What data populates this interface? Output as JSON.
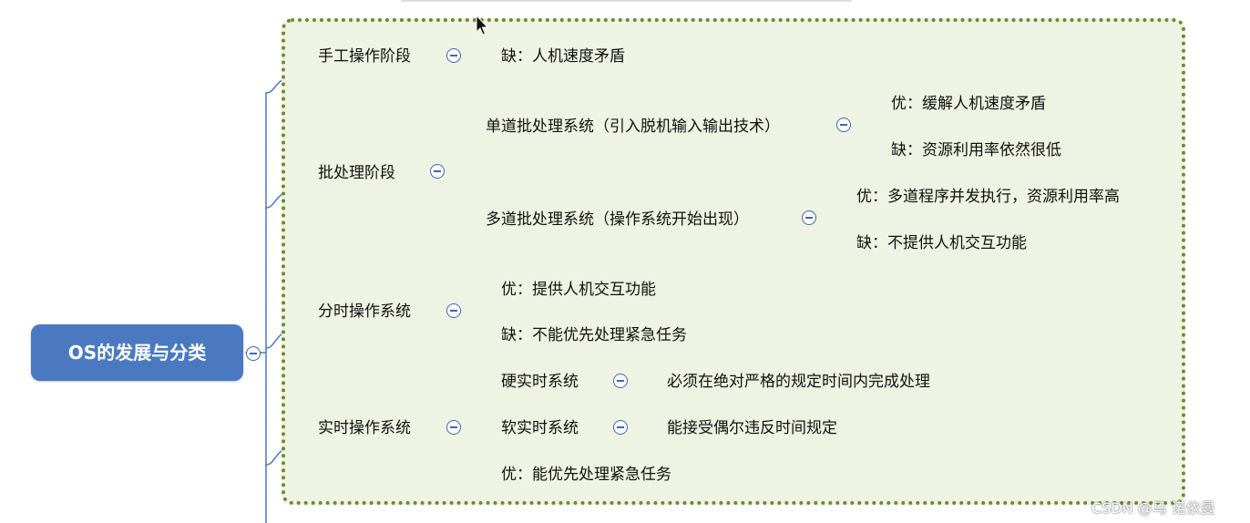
{
  "root": {
    "label": "OS的发展与分类"
  },
  "nodes": {
    "manual": "手工操作阶段",
    "manual_con": "缺：人机速度矛盾",
    "batch": "批处理阶段",
    "single_batch": "单道批处理系统（引入脱机输入输出技术）",
    "single_pro": "优：缓解人机速度矛盾",
    "single_con": "缺：资源利用率依然很低",
    "multi_batch": "多道批处理系统（操作系统开始出现）",
    "multi_pro": "优：多道程序并发执行，资源利用率高",
    "multi_con": "缺：不提供人机交互功能",
    "time_sharing": "分时操作系统",
    "ts_pro": "优：提供人机交互功能",
    "ts_con": "缺：不能优先处理紧急任务",
    "realtime": "实时操作系统",
    "hard_rt": "硬实时系统",
    "hard_desc": "必须在绝对严格的规定时间内完成处理",
    "soft_rt": "软实时系统",
    "soft_desc": "能接受偶尔违反时间规定",
    "rt_pro": "优：能优先处理紧急任务"
  },
  "watermark": "CSDN @马 诺依曼",
  "colors": {
    "line": "#4a77bd",
    "root_fill": "#4a79c2",
    "frame_border": "#6b8a2c",
    "frame_fill": "#eef3e3"
  }
}
